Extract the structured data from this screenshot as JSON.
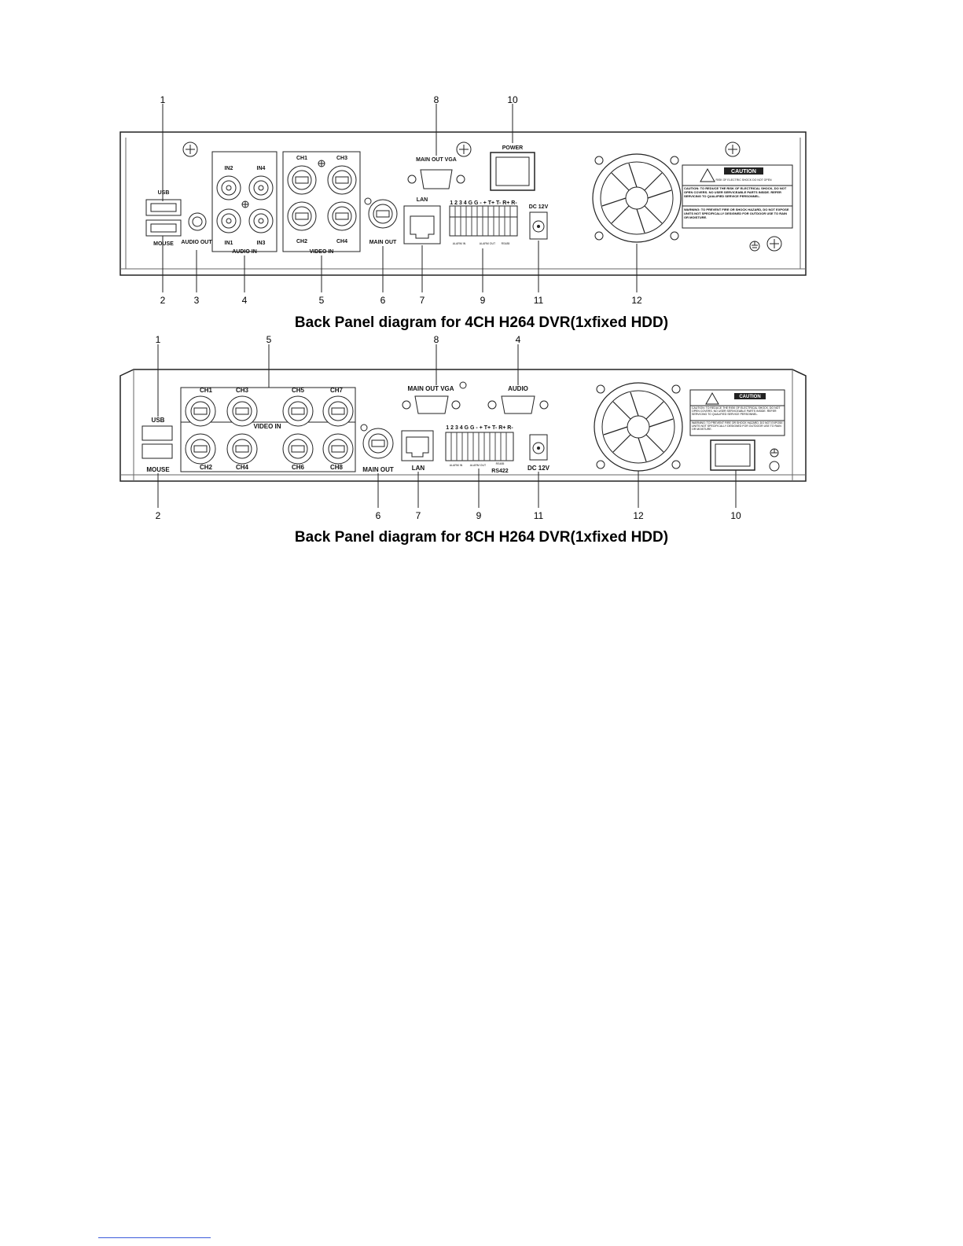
{
  "diagram_4ch": {
    "caption": "Back Panel diagram for 4CH H264 DVR(1xfixed HDD)",
    "labels": {
      "usb": "USB",
      "mouse": "MOUSE",
      "audio_out": "AUDIO OUT",
      "in1": "IN1",
      "in2": "IN2",
      "in3": "IN3",
      "in4": "IN4",
      "audio_in": "AUDIO IN",
      "ch1": "CH1",
      "ch2": "CH2",
      "ch3": "CH3",
      "ch4": "CH4",
      "video_in": "VIDEO IN",
      "main_out": "MAIN OUT",
      "main_out_vga": "MAIN OUT VGA",
      "lan": "LAN",
      "terminal_pins": "1 2 3 4 G G - + T+ T- R+ R-",
      "alarm_in": "ALARM IN",
      "alarm_out": "ALARM OUT",
      "rs485": "RS485",
      "power": "POWER",
      "dc12v": "DC 12V",
      "caution_title": "CAUTION",
      "caution_sub": "RISK OF ELECTRIC SHOCK DO NOT OPEN",
      "caution_text": "CAUTION: TO REDUCE THE RISK OF ELECTRICAL SHOCK, DO NOT OPEN COVERS. NO USER SERVICEABLE PARTS INSIDE. REFER SERVICING TO QUALIFIED SERVICE PERSONNEL.",
      "warning_text": "WARNING: TO PREVENT FIRE OR SHOCK HAZARD, DO NOT EXPOSE UNITS NOT SPECIFICALLY DESIGNED FOR OUTDOOR USE TO RAIN OR MOISTURE."
    },
    "callouts_top": [
      "1",
      "8",
      "10"
    ],
    "callouts_bottom": [
      "2",
      "3",
      "4",
      "5",
      "6",
      "7",
      "9",
      "11",
      "12"
    ]
  },
  "diagram_8ch": {
    "caption": "Back Panel diagram for 8CH H264 DVR(1xfixed HDD)",
    "labels": {
      "usb": "USB",
      "mouse": "MOUSE",
      "ch1": "CH1",
      "ch2": "CH2",
      "ch3": "CH3",
      "ch4": "CH4",
      "ch5": "CH5",
      "ch6": "CH6",
      "ch7": "CH7",
      "ch8": "CH8",
      "video_in": "VIDEO IN",
      "main_out": "MAIN OUT",
      "main_out_vga": "MAIN OUT VGA",
      "audio": "AUDIO",
      "lan": "LAN",
      "terminal_pins": "1 2 3 4 G G - + T+ T- R+ R-",
      "alarm_in": "ALARM IN",
      "alarm_out": "ALARM OUT",
      "rs485": "RS485",
      "rs422": "RS422",
      "dc12v": "DC 12V",
      "caution_title": "CAUTION",
      "caution_text": "CAUTION: TO REDUCE THE RISK OF ELECTRICAL SHOCK, DO NOT OPEN COVERS. NO USER SERVICEABLE PARTS INSIDE. REFER SERVICING TO QUALIFIED SERVICE PERSONNEL.",
      "warning_text": "WARNING: TO PREVENT FIRE OR SHOCK HAZARD, DO NOT EXPOSE UNITS NOT SPECIFICALLY DESIGNED FOR OUTDOOR USE TO RAIN OR MOISTURE."
    },
    "callouts_top": [
      "1",
      "5",
      "8",
      "4"
    ],
    "callouts_bottom": [
      "2",
      "6",
      "7",
      "9",
      "11",
      "12",
      "10"
    ]
  }
}
